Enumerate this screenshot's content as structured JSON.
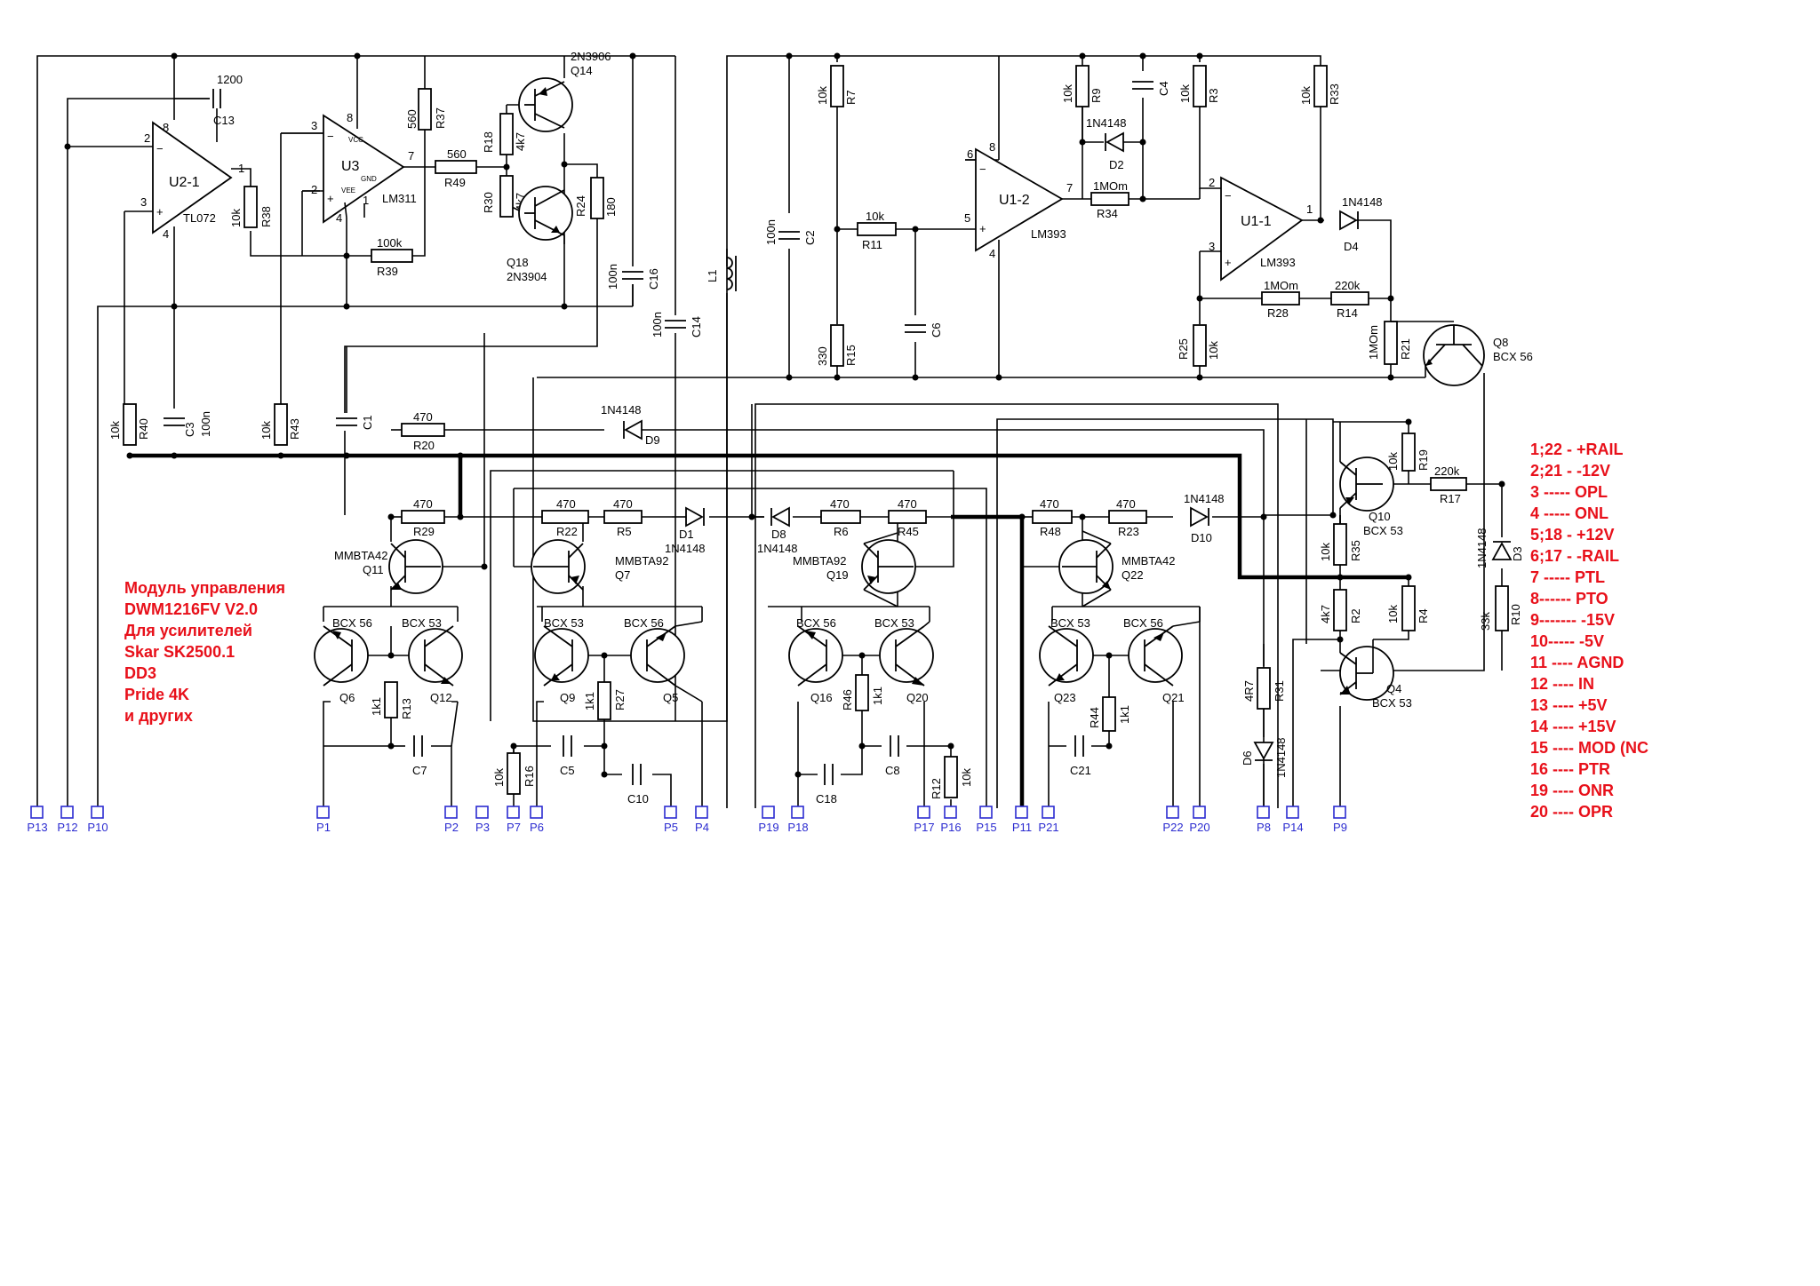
{
  "colors": {
    "wire": "#000000",
    "pin": "#2b2bd0",
    "note": "#e8101a",
    "background": "#ffffff"
  },
  "components": {
    "u2": {
      "ref": "U2-1",
      "part": "TL072",
      "p2": "2",
      "p3": "3",
      "p8": "8",
      "p1": "1",
      "p4": "4"
    },
    "u3": {
      "ref": "U3",
      "part": "LM311",
      "p3": "3",
      "p2": "2",
      "p8": "8",
      "p7": "7",
      "p4": "4",
      "p1": "1",
      "vcc": "VCC",
      "vee": "VEE",
      "gnd": "GND"
    },
    "u12": {
      "ref": "U1-2",
      "part": "LM393",
      "p6": "6",
      "p5": "5",
      "p8": "8",
      "p7": "7",
      "p4": "4"
    },
    "u11": {
      "ref": "U1-1",
      "part": "LM393",
      "p2": "2",
      "p3": "3",
      "p1": "1"
    },
    "c13": {
      "ref": "C13",
      "val": "1200"
    },
    "r38": {
      "ref": "R38",
      "val": "10k"
    },
    "r37": {
      "ref": "R37",
      "val": "560"
    },
    "r49": {
      "ref": "R49",
      "val": "560"
    },
    "r39": {
      "ref": "R39",
      "val": "100k"
    },
    "r18": {
      "ref": "R18",
      "val": "4k7"
    },
    "r30": {
      "ref": "R30",
      "val": "4k7"
    },
    "r24": {
      "ref": "R24",
      "val": "180"
    },
    "q14": {
      "ref": "Q14",
      "part": "2N3906"
    },
    "q18": {
      "ref": "Q18",
      "part": "2N3904"
    },
    "c16": {
      "ref": "C16",
      "val": "100n"
    },
    "c14": {
      "ref": "C14",
      "val": "100n"
    },
    "l1": {
      "ref": "L1"
    },
    "c2": {
      "ref": "C2",
      "val": "100n"
    },
    "r7": {
      "ref": "R7",
      "val": "10k"
    },
    "r11": {
      "ref": "R11",
      "val": "10k"
    },
    "r15": {
      "ref": "R15",
      "val": "330"
    },
    "c6": {
      "ref": "C6"
    },
    "r9": {
      "ref": "R9",
      "val": "10k"
    },
    "d2": {
      "ref": "D2",
      "part": "1N4148"
    },
    "c4": {
      "ref": "C4"
    },
    "r34": {
      "ref": "R34",
      "val": "1MOm"
    },
    "r3": {
      "ref": "R3",
      "val": "10k"
    },
    "r33": {
      "ref": "R33",
      "val": "10k"
    },
    "d4": {
      "ref": "D4",
      "part": "1N4148"
    },
    "r28": {
      "ref": "R28",
      "val": "1MOm"
    },
    "r14": {
      "ref": "R14",
      "val": "220k"
    },
    "r25": {
      "ref": "R25",
      "val": "10k"
    },
    "r21": {
      "ref": "R21",
      "val": "1MOm"
    },
    "q8": {
      "ref": "Q8",
      "part": "BCX 56"
    },
    "r40": {
      "ref": "R40",
      "val": "10k"
    },
    "c3": {
      "ref": "C3",
      "val": "100n"
    },
    "r43": {
      "ref": "R43",
      "val": "10k"
    },
    "c1": {
      "ref": "C1"
    },
    "r20": {
      "ref": "R20",
      "val": "470"
    },
    "d9": {
      "ref": "D9",
      "part": "1N4148"
    },
    "r29": {
      "ref": "R29",
      "val": "470"
    },
    "r22": {
      "ref": "R22",
      "val": "470"
    },
    "r5": {
      "ref": "R5",
      "val": "470"
    },
    "d1": {
      "ref": "D1",
      "part": "1N4148"
    },
    "d8": {
      "ref": "D8",
      "part": "1N4148"
    },
    "r6": {
      "ref": "R6",
      "val": "470"
    },
    "r45": {
      "ref": "R45",
      "val": "470"
    },
    "r48": {
      "ref": "R48",
      "val": "470"
    },
    "r23": {
      "ref": "R23",
      "val": "470"
    },
    "d10": {
      "ref": "D10",
      "part": "1N4148"
    },
    "q11": {
      "ref": "Q11",
      "part": "MMBTA42"
    },
    "q7": {
      "ref": "Q7",
      "part": "MMBTA92"
    },
    "q19": {
      "ref": "Q19",
      "part": "MMBTA92"
    },
    "q22": {
      "ref": "Q22",
      "part": "MMBTA42"
    },
    "q10": {
      "ref": "Q10",
      "part": "BCX 53"
    },
    "r19": {
      "ref": "R19",
      "val": "10k"
    },
    "r17": {
      "ref": "R17",
      "val": "220k"
    },
    "d3": {
      "ref": "D3",
      "part": "1N4148"
    },
    "r35": {
      "ref": "R35",
      "val": "10k"
    },
    "r2": {
      "ref": "R2",
      "val": "4k7"
    },
    "r4": {
      "ref": "R4",
      "val": "10k"
    },
    "r10": {
      "ref": "R10",
      "val": "33k"
    },
    "q4": {
      "ref": "Q4",
      "part": "BCX 53"
    },
    "r31": {
      "ref": "R31",
      "val": "4R7"
    },
    "d6": {
      "ref": "D6",
      "part": "1N4148"
    },
    "q6": {
      "ref": "Q6",
      "part": "BCX 56"
    },
    "q12": {
      "ref": "Q12",
      "part": "BCX 53"
    },
    "r13": {
      "ref": "R13",
      "val": "1k1"
    },
    "c7": {
      "ref": "C7"
    },
    "q9": {
      "ref": "Q9",
      "part": "BCX 53"
    },
    "q5": {
      "ref": "Q5",
      "part": "BCX 56"
    },
    "r27": {
      "ref": "R27",
      "val": "1k1"
    },
    "c5": {
      "ref": "C5"
    },
    "c10": {
      "ref": "C10"
    },
    "r16": {
      "ref": "R16",
      "val": "10k"
    },
    "q16": {
      "ref": "Q16",
      "part": "BCX 56"
    },
    "q20": {
      "ref": "Q20",
      "part": "BCX 53"
    },
    "r46": {
      "ref": "R46",
      "val": "1k1"
    },
    "c18": {
      "ref": "C18"
    },
    "c8": {
      "ref": "C8"
    },
    "r12": {
      "ref": "R12",
      "val": "10k"
    },
    "q23": {
      "ref": "Q23",
      "part": "BCX 53"
    },
    "q21": {
      "ref": "Q21",
      "part": "BCX 56"
    },
    "r44": {
      "ref": "R44",
      "val": "1k1"
    },
    "c21": {
      "ref": "C21"
    }
  },
  "pins": {
    "p13": "P13",
    "p12": "P12",
    "p10": "P10",
    "p1": "P1",
    "p2": "P2",
    "p3": "P3",
    "p7": "P7",
    "p6": "P6",
    "p5": "P5",
    "p4": "P4",
    "p19": "P19",
    "p18": "P18",
    "p17": "P17",
    "p16": "P16",
    "p15": "P15",
    "p11": "P11",
    "p21": "P21",
    "p22": "P22",
    "p20": "P20",
    "p8": "P8",
    "p14": "P14",
    "p9": "P9"
  },
  "title_note": {
    "line1": "Модуль управления",
    "line2": "DWM1216FV V2.0",
    "line3": "Для усилителей",
    "line4": "Skar SK2500.1",
    "line5": "DD3",
    "line6": "Pride 4K",
    "line7": "и других"
  },
  "pin_legend": [
    "1;22 - +RAIL",
    "2;21 - -12V",
    "3 ----- OPL",
    "4 ----- ONL",
    "5;18 - +12V",
    "6;17 - -RAIL",
    "7 ----- PTL",
    "8------ PTO",
    "9------- -15V",
    "10----- -5V",
    "11 ---- AGND",
    "12 ---- IN",
    "13 ---- +5V",
    "14 ---- +15V",
    "15 ---- MOD (NC",
    "16 ---- PTR",
    "19 ---- ONR",
    "20 ---- OPR"
  ]
}
